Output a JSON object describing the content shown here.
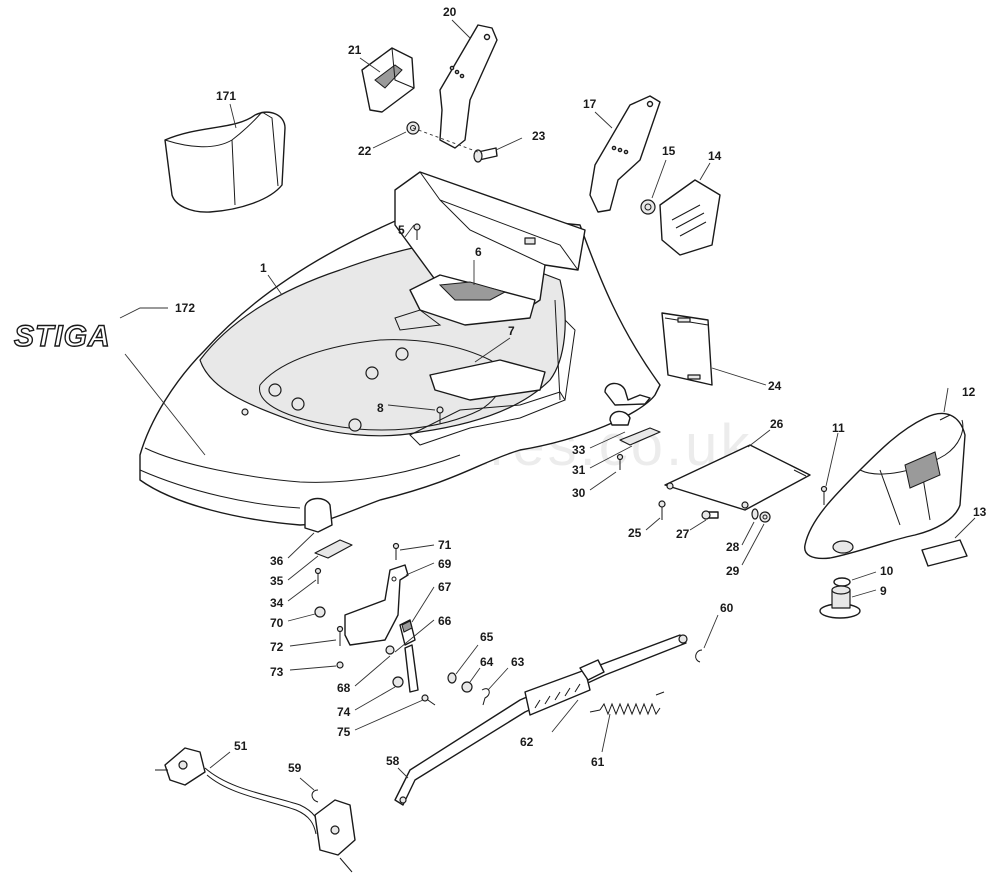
{
  "diagram": {
    "brand_logo": "STIGA",
    "watermark": "stigaspares.co.uk",
    "colors": {
      "line": "#1a1a1a",
      "fill": "#ffffff",
      "logo_fill": "#e0f0e0"
    },
    "parts": {
      "p1": "1",
      "p5": "5",
      "p6": "6",
      "p7": "7",
      "p8": "8",
      "p9": "9",
      "p10": "10",
      "p11": "11",
      "p12": "12",
      "p13": "13",
      "p14": "14",
      "p15": "15",
      "p17": "17",
      "p20": "20",
      "p21": "21",
      "p22": "22",
      "p23": "23",
      "p24": "24",
      "p25": "25",
      "p26": "26",
      "p27": "27",
      "p28": "28",
      "p29": "29",
      "p30": "30",
      "p31": "31",
      "p33": "33",
      "p34": "34",
      "p35": "35",
      "p36": "36",
      "p51": "51",
      "p58": "58",
      "p59": "59",
      "p60": "60",
      "p61": "61",
      "p62": "62",
      "p63": "63",
      "p64": "64",
      "p65": "65",
      "p66": "66",
      "p67": "67",
      "p68": "68",
      "p69": "69",
      "p70": "70",
      "p71": "71",
      "p72": "72",
      "p73": "73",
      "p74": "74",
      "p75": "75",
      "p171": "171",
      "p172": "172"
    }
  }
}
